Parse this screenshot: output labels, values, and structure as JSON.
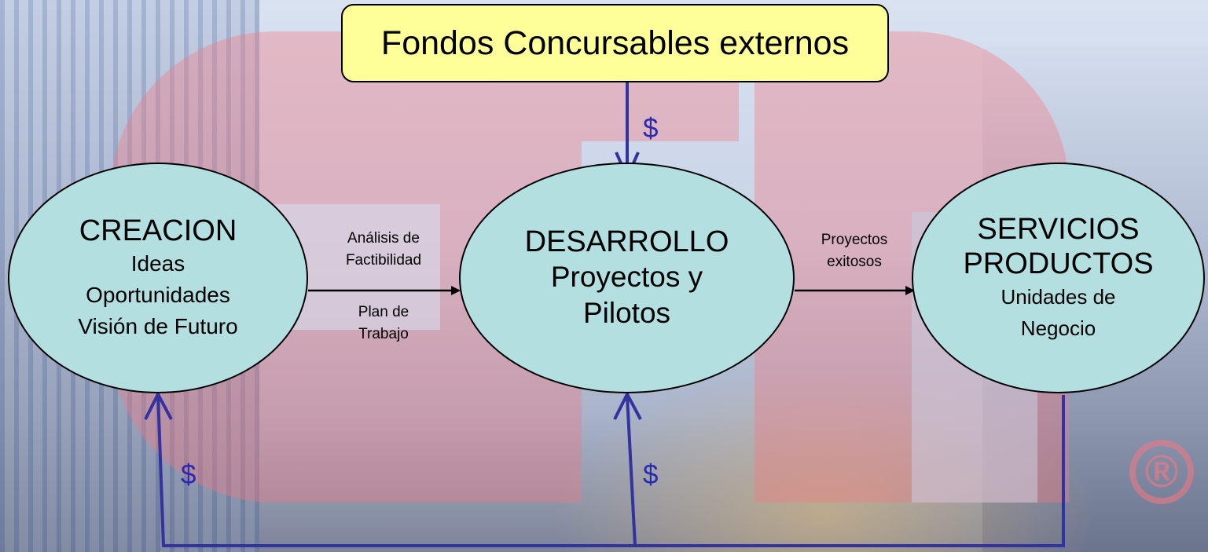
{
  "title_box": {
    "label": "Fondos Concursables externos"
  },
  "nodes": {
    "creacion": {
      "title": "CREACION",
      "lines": [
        "Ideas",
        "Oportunidades",
        "Visión de Futuro"
      ]
    },
    "desarrollo": {
      "title": "DESARROLLO",
      "lines": [
        "Proyectos y",
        "Pilotos"
      ]
    },
    "servicios": {
      "title_lines": [
        "SERVICIOS",
        "PRODUCTOS"
      ],
      "lines": [
        "Unidades de",
        "Negocio"
      ]
    }
  },
  "edges": {
    "creacion_to_desarrollo": {
      "top_lines": [
        "Análisis de",
        "Factibilidad"
      ],
      "bottom_lines": [
        "Plan de",
        "Trabajo"
      ]
    },
    "desarrollo_to_servicios": {
      "lines": [
        "Proyectos",
        "exitosos"
      ]
    }
  },
  "money_labels": {
    "top": "$",
    "left": "$",
    "middle": "$"
  },
  "background_logo": {
    "registered_mark": "®"
  },
  "colors": {
    "title_fill": "#ffff99",
    "node_fill": "#b3dfe0",
    "funding_arrow": "#33339f",
    "flow_arrow": "#000000",
    "logo": "#f5787f"
  }
}
